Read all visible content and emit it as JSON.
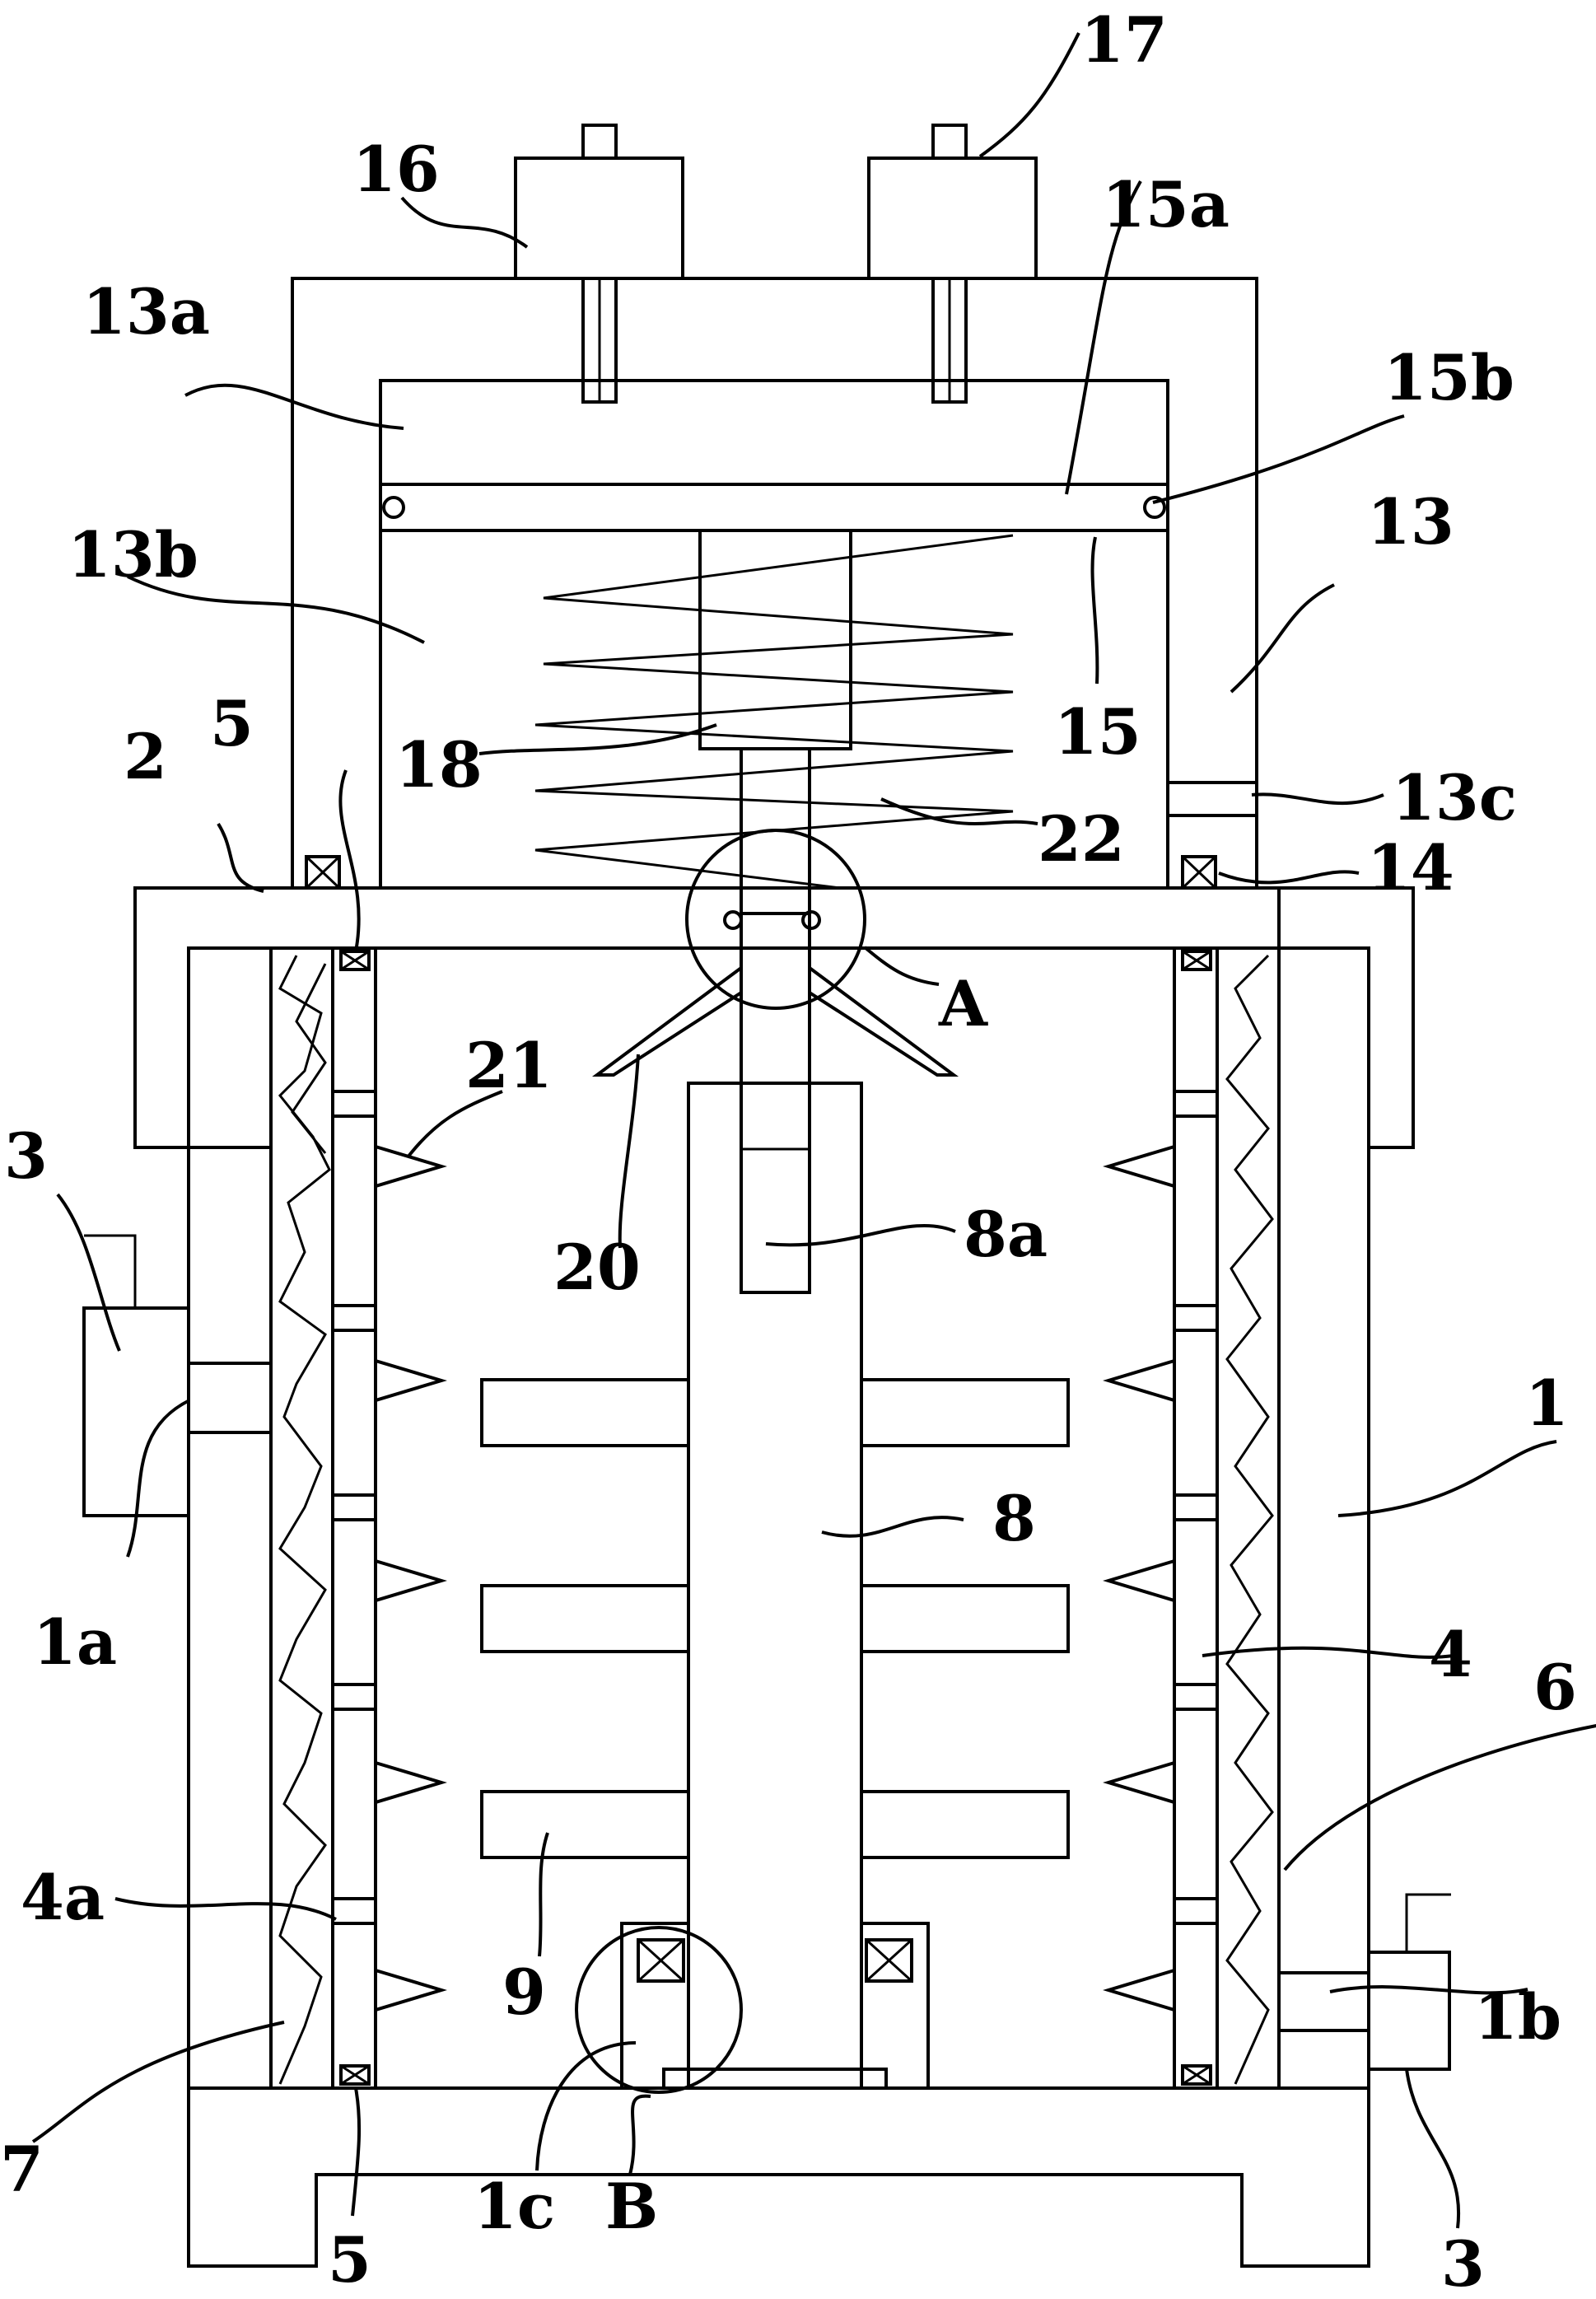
{
  "figure": {
    "labels": [
      {
        "id": "label-16",
        "text": "16"
      },
      {
        "id": "label-17",
        "text": "17"
      },
      {
        "id": "label-13a",
        "text": "13a"
      },
      {
        "id": "label-15a",
        "text": "15a"
      },
      {
        "id": "label-15b",
        "text": "15b"
      },
      {
        "id": "label-13b",
        "text": "13b"
      },
      {
        "id": "label-13",
        "text": "13"
      },
      {
        "id": "label-15",
        "text": "15"
      },
      {
        "id": "label-18",
        "text": "18"
      },
      {
        "id": "label-22",
        "text": "22"
      },
      {
        "id": "label-13c",
        "text": "13c"
      },
      {
        "id": "label-14",
        "text": "14"
      },
      {
        "id": "label-2",
        "text": "2"
      },
      {
        "id": "label-5-top",
        "text": "5"
      },
      {
        "id": "label-a",
        "text": "A"
      },
      {
        "id": "label-21",
        "text": "21"
      },
      {
        "id": "label-3-left",
        "text": "3"
      },
      {
        "id": "label-20",
        "text": "20"
      },
      {
        "id": "label-8a",
        "text": "8a"
      },
      {
        "id": "label-1",
        "text": "1"
      },
      {
        "id": "label-8",
        "text": "8"
      },
      {
        "id": "label-1a",
        "text": "1a"
      },
      {
        "id": "label-4",
        "text": "4"
      },
      {
        "id": "label-6",
        "text": "6"
      },
      {
        "id": "label-4a",
        "text": "4a"
      },
      {
        "id": "label-9",
        "text": "9"
      },
      {
        "id": "label-1b",
        "text": "1b"
      },
      {
        "id": "label-7",
        "text": "7"
      },
      {
        "id": "label-1c",
        "text": "1c"
      },
      {
        "id": "label-b",
        "text": "B"
      },
      {
        "id": "label-5-bottom",
        "text": "5"
      },
      {
        "id": "label-3-right",
        "text": "3"
      }
    ]
  }
}
